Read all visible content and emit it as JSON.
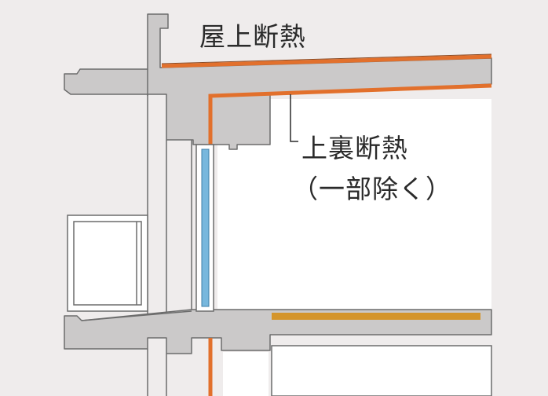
{
  "labels": {
    "roof_insulation": "屋上断熱",
    "underside_insulation": "上裏断熱",
    "underside_insulation_note": "（一部除く）"
  },
  "colors": {
    "background": "#efecec",
    "concrete": "#cbc9c9",
    "outline": "#6c6c6c",
    "roof_insulation": "#e2702c",
    "floor_insulation": "#d4952c",
    "glass": "#77b7dd",
    "room_interior": "#ffffff",
    "label_text": "#2a2a2a"
  },
  "icons": {
    "leader_line": "thin-line",
    "window": "sash-window"
  }
}
